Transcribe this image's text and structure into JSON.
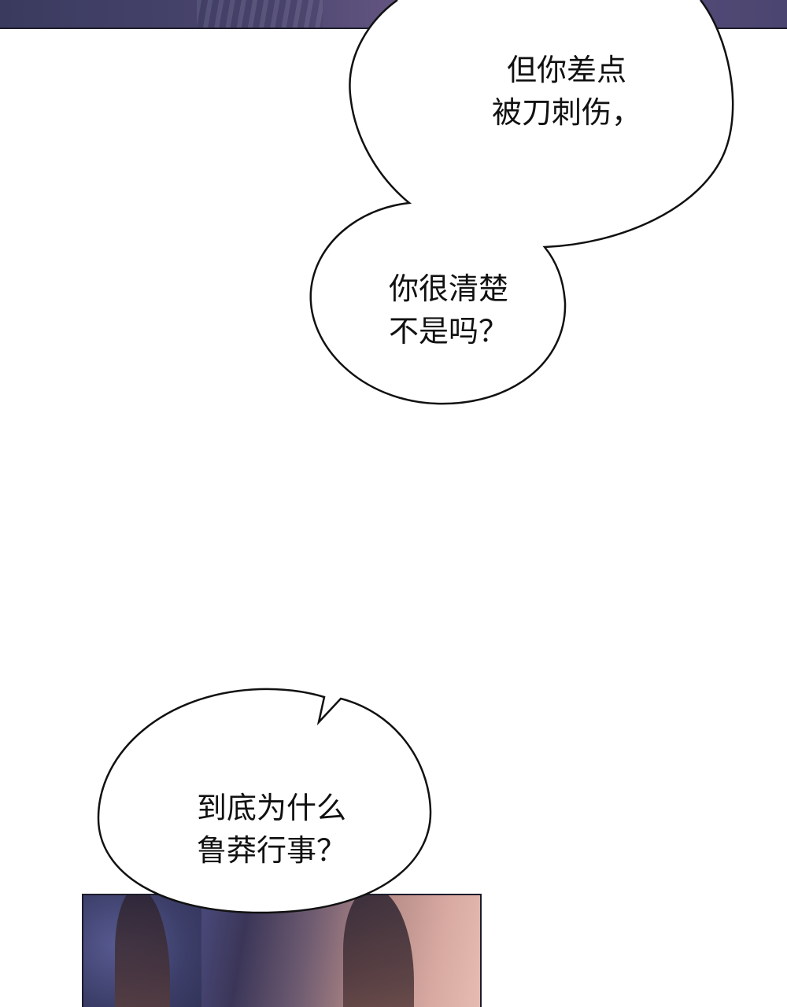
{
  "bubbles": [
    {
      "id": "bubble-1",
      "lines": [
        "但你差点",
        "被刀刺伤，"
      ]
    },
    {
      "id": "bubble-2",
      "lines": [
        "你很清楚",
        "不是吗？"
      ]
    },
    {
      "id": "bubble-3",
      "lines": [
        "到底为什么",
        "鲁莽行事？"
      ]
    }
  ]
}
